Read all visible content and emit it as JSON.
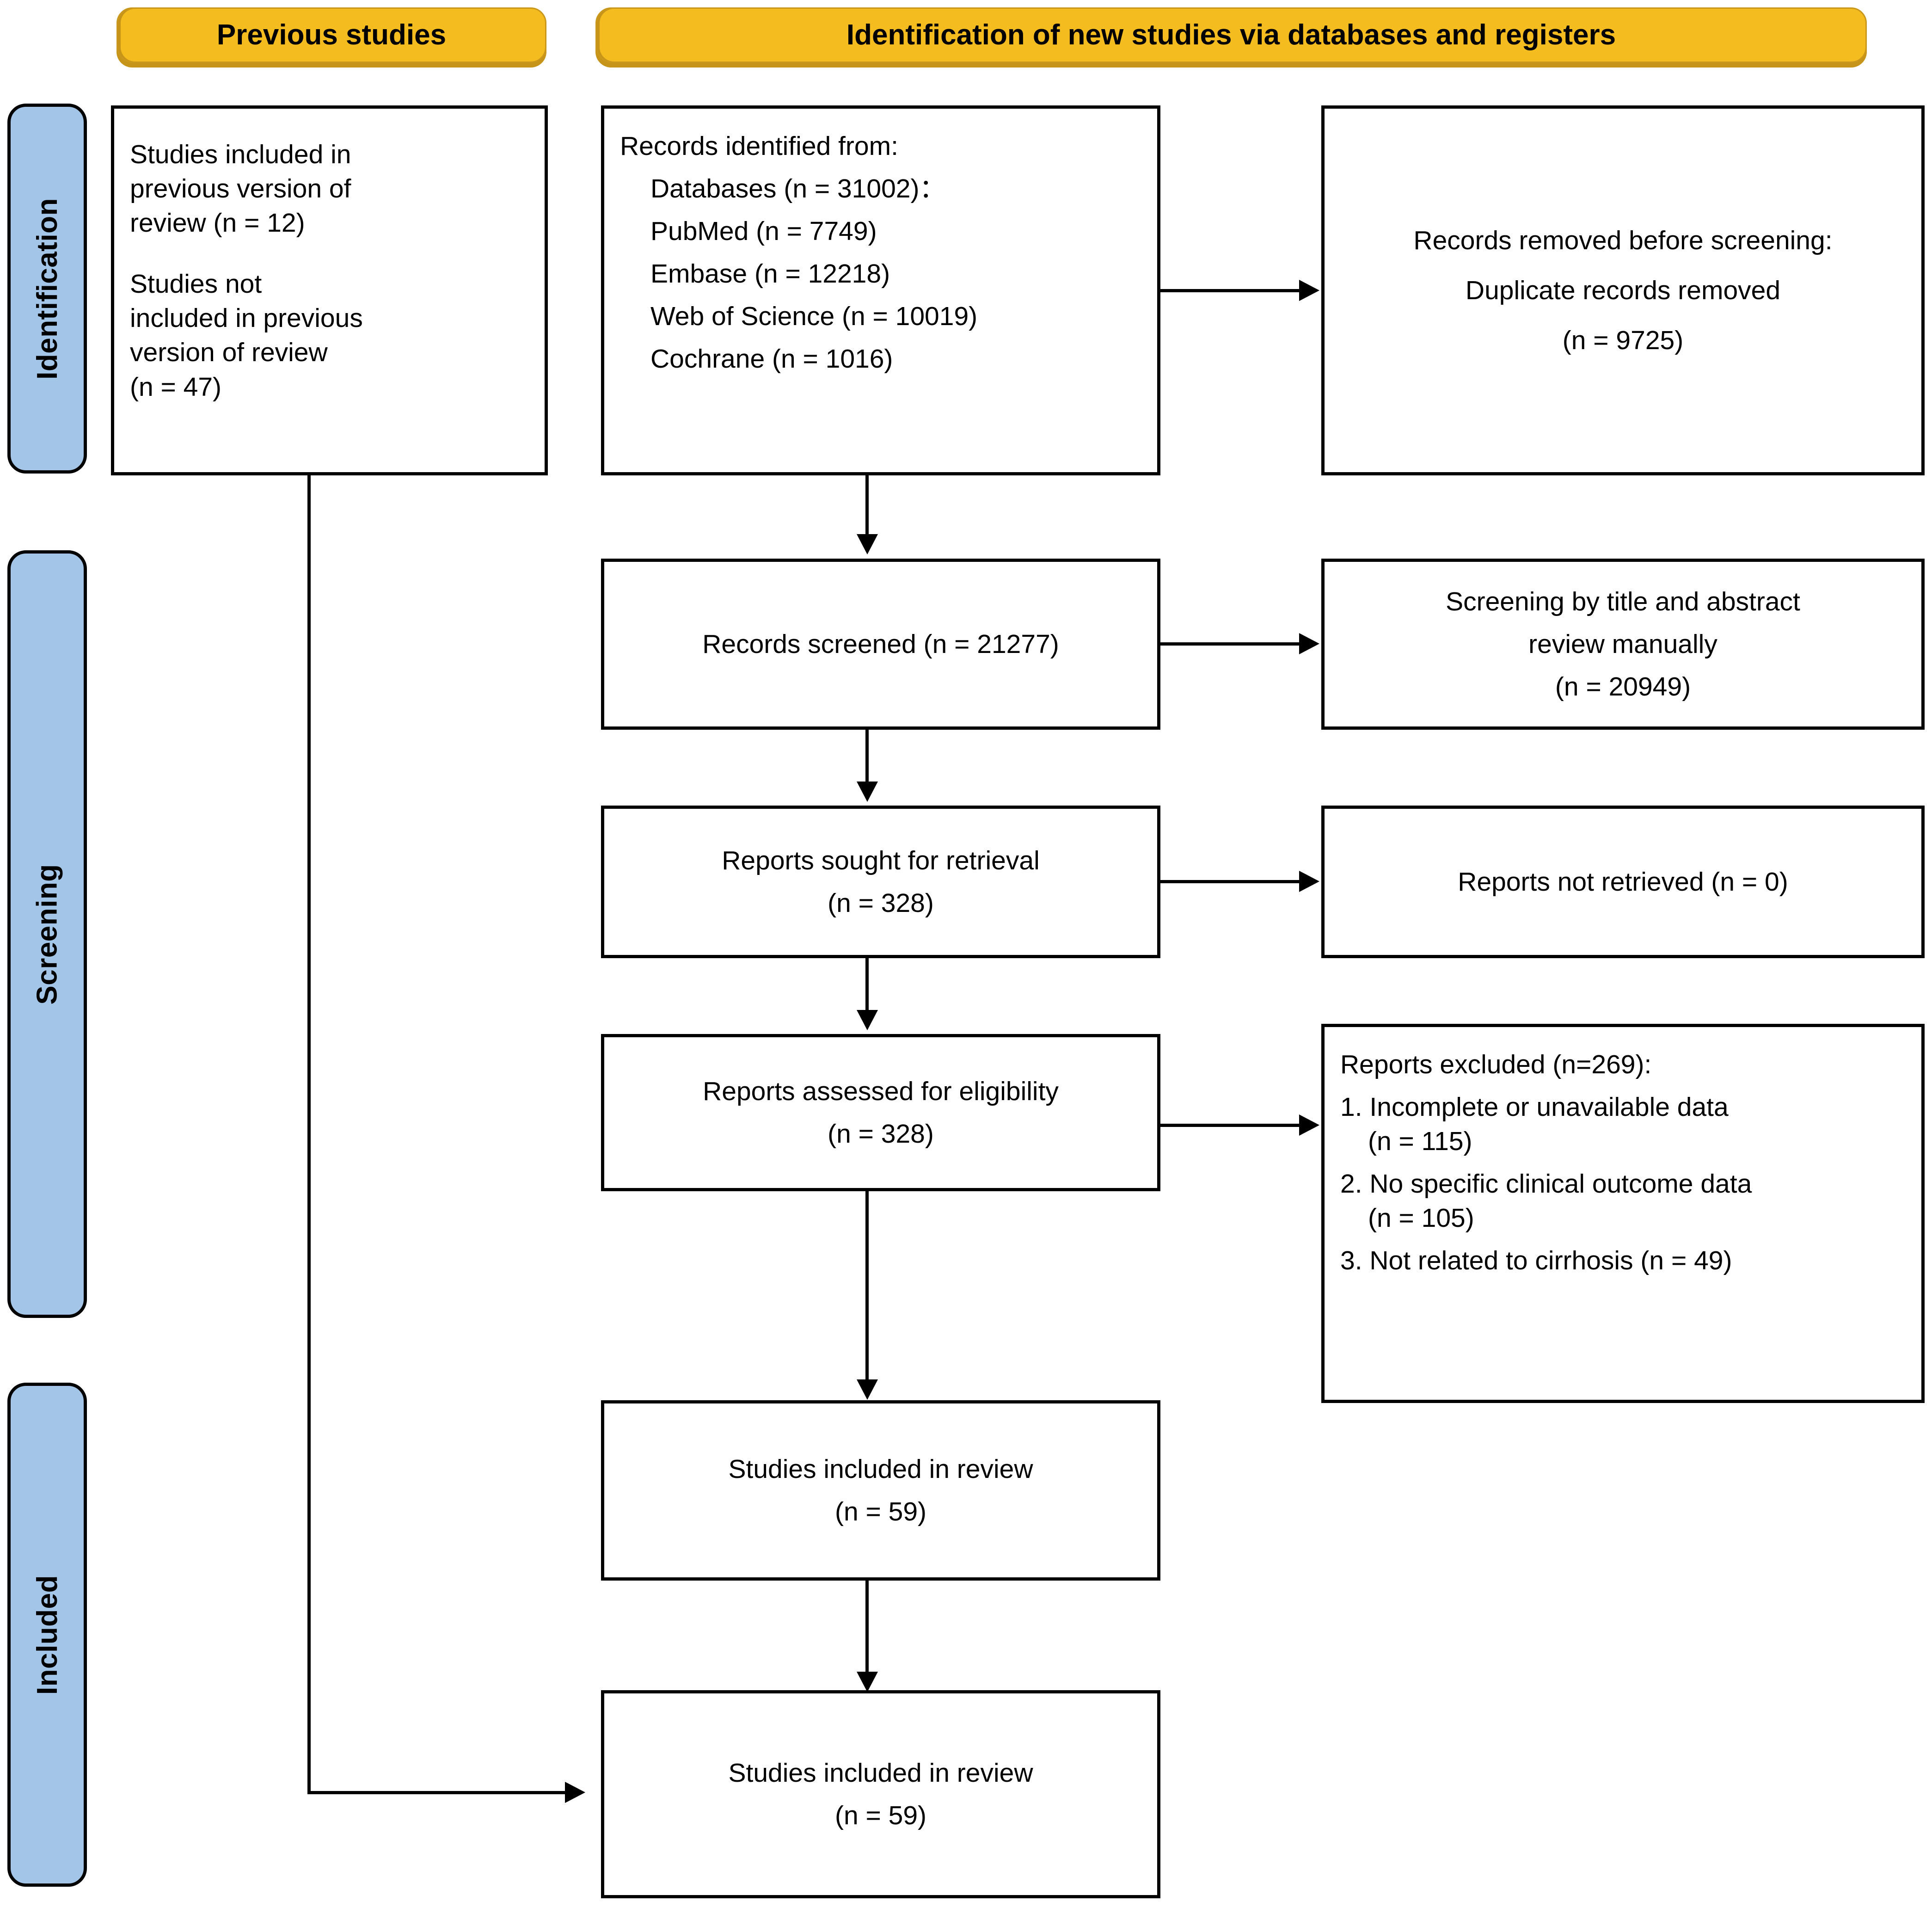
{
  "banners": {
    "previous_studies": "Previous studies",
    "new_studies": "Identification of new studies via databases and registers"
  },
  "stages": {
    "identification": "Identification",
    "screening": "Screening",
    "included": "Included"
  },
  "boxes": {
    "previous_included": {
      "line1": "Studies included in",
      "line2": "previous version of",
      "line3": "review (n = 12)",
      "line4": "Studies not",
      "line5": "included in previous",
      "line6": "version of review",
      "line7": "(n = 47)"
    },
    "records_identified": {
      "title": "Records identified from:",
      "databases": "Databases (n = 31002)：",
      "pubmed": "PubMed (n = 7749)",
      "embase": "Embase (n = 12218)",
      "wos": "Web of Science (n = 10019)",
      "cochrane": "Cochrane (n = 1016)"
    },
    "records_removed": {
      "line1": "Records removed before screening:",
      "line2": "Duplicate records removed",
      "line3": "(n = 9725)"
    },
    "records_screened": {
      "line1": "Records screened (n = 21277)"
    },
    "screening_method": {
      "line1": "Screening by title and abstract",
      "line2": "review manually",
      "line3": "(n = 20949)"
    },
    "reports_sought": {
      "line1": "Reports sought for retrieval",
      "line2": "(n = 328)"
    },
    "reports_not_retrieved": {
      "line1": "Reports not retrieved (n = 0)"
    },
    "reports_assessed": {
      "line1": "Reports assessed for eligibility",
      "line2": "(n = 328)"
    },
    "reports_excluded": {
      "title": "Reports excluded (n=269):",
      "reason1": "1. Incomplete or unavailable data",
      "reason1_n": "(n = 115)",
      "reason2": "2. No specific clinical outcome data",
      "reason2_n": "(n = 105)",
      "reason3": "3. Not related to cirrhosis (n = 49)"
    },
    "studies_included_new": {
      "line1": "Studies included in review",
      "line2": "(n = 59)"
    },
    "studies_included_total": {
      "line1": "Studies included in review",
      "line2": "(n = 59)"
    }
  },
  "colors": {
    "banner_fill": "#F5BC20",
    "banner_shadow": "#C7941A",
    "sidetab_fill": "#A3C6E8",
    "stroke": "#000000",
    "background": "#FFFFFF"
  }
}
